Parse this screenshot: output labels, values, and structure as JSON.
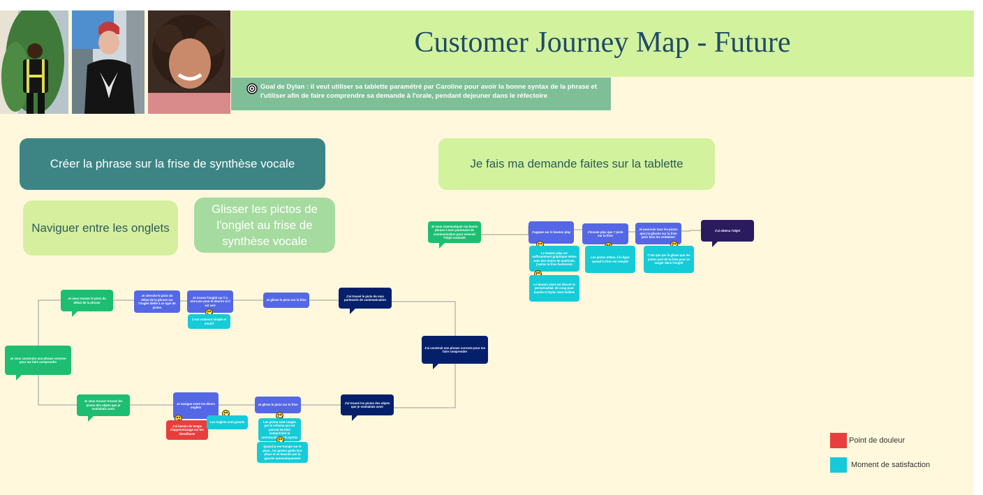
{
  "header": {
    "title": "Customer Journey Map - Future",
    "goal": "Goal de Dylan : il veut utiliser sa tablette paramétré par Caroline pour avoir la bonne syntax de la phrase et l'utiliser afin de faire comprendre sa demande à l'orale,  pendant dejeuner dans le réfectoire"
  },
  "photos": [
    {
      "name": "persona-photo-1",
      "colors": [
        "#7aa06a",
        "#1a1a1a"
      ]
    },
    {
      "name": "persona-photo-2",
      "colors": [
        "#5a8cc4",
        "#111111"
      ]
    },
    {
      "name": "persona-photo-3",
      "colors": [
        "#3a2a20",
        "#d6857e"
      ]
    }
  ],
  "phases": [
    {
      "label": "Créer la phrase sur la frise de synthèse vocale"
    },
    {
      "label": "Je fais ma demande faites sur la tablette"
    }
  ],
  "steps": [
    {
      "label": "Naviguer entre les onglets"
    },
    {
      "label": "Glisser les pictos de l'onglet au frise de synthèse vocale"
    }
  ],
  "bubbles": {
    "left_start": "Je veux construire une phrase correcte pour me faire comprendre",
    "top_row": [
      "Je veux trouver le picto du début de la phrase",
      "Je cherche le picto du début de la phrase sur l'onglet dédié à ce type de pictos",
      "Je trouve l'onglet car il a une icon pour le décrire et il est vert",
      "Je glisse le picto sur la frise",
      "J'ai trouvé le picto de mon partenaire de communication"
    ],
    "top_note": "C'est vraiment simple et intuitif",
    "center_right": "J'ai construit une phrase correcte pour me faire comprendre",
    "bottom_row": [
      "Je veux trouver trouver les pictos des objets que je souhaitais avoir",
      "Je navigue entre les divers onglets",
      "Je glisse le picto sur la frise",
      "J'ai  trouvé les pictos des objets que je souhaitais avoir"
    ],
    "bottom_pain": "J'ai besoin de temps d'apprentissage sur les identifiants",
    "bottom_note_1": "Les onglets sont grands",
    "bottom_note_2": "Les pictos sont rangés par le schema qui est partout de bien comprendre la construction de la syntax",
    "bottom_note_3": "Quand je me trompe sur le picto , les gestes guide leur place et se bascule par la gauche automatiquement",
    "right_row": [
      "Je veux communiquer ma bonne phrase à mon partenaire de communication pour recevoir l'objet souhaité",
      "J'appuie sur le bouton play",
      "J'écoute plus que 7 picto sur la frise",
      "Je poursuis tous les pictos que j'ai glissés sur la frise pour bien les verbaliser",
      "J'ai obtenu l'objet"
    ],
    "right_note_1": "Le bouton play est suffisamment graphique même avec des toutes de matricule, j'active la frise facilement",
    "right_note_2": "Le bouton vient est décoré et personnalisé, de coup pour touche et Dylan  Sont lisibles",
    "right_note_3": "Les pictos même, à la ligne quand la frise est remplie",
    "right_note_4": "C'est que par le glisse que les pictos part de la frise pour se ranger dans l'onglet"
  },
  "legend": [
    {
      "label": "Point de douleur",
      "color": "#e83e3e"
    },
    {
      "label": "Moment de satisfaction",
      "color": "#16cbd8"
    }
  ],
  "colors": {
    "title_band": "#d2f29e",
    "goal_band": "#7fbf98",
    "canvas": "#fff8dc",
    "phase_dark": "#3d8585",
    "phase_light": "#d2f29e",
    "step_light": "#d5ef9f",
    "step_mid": "#a6dba0"
  }
}
